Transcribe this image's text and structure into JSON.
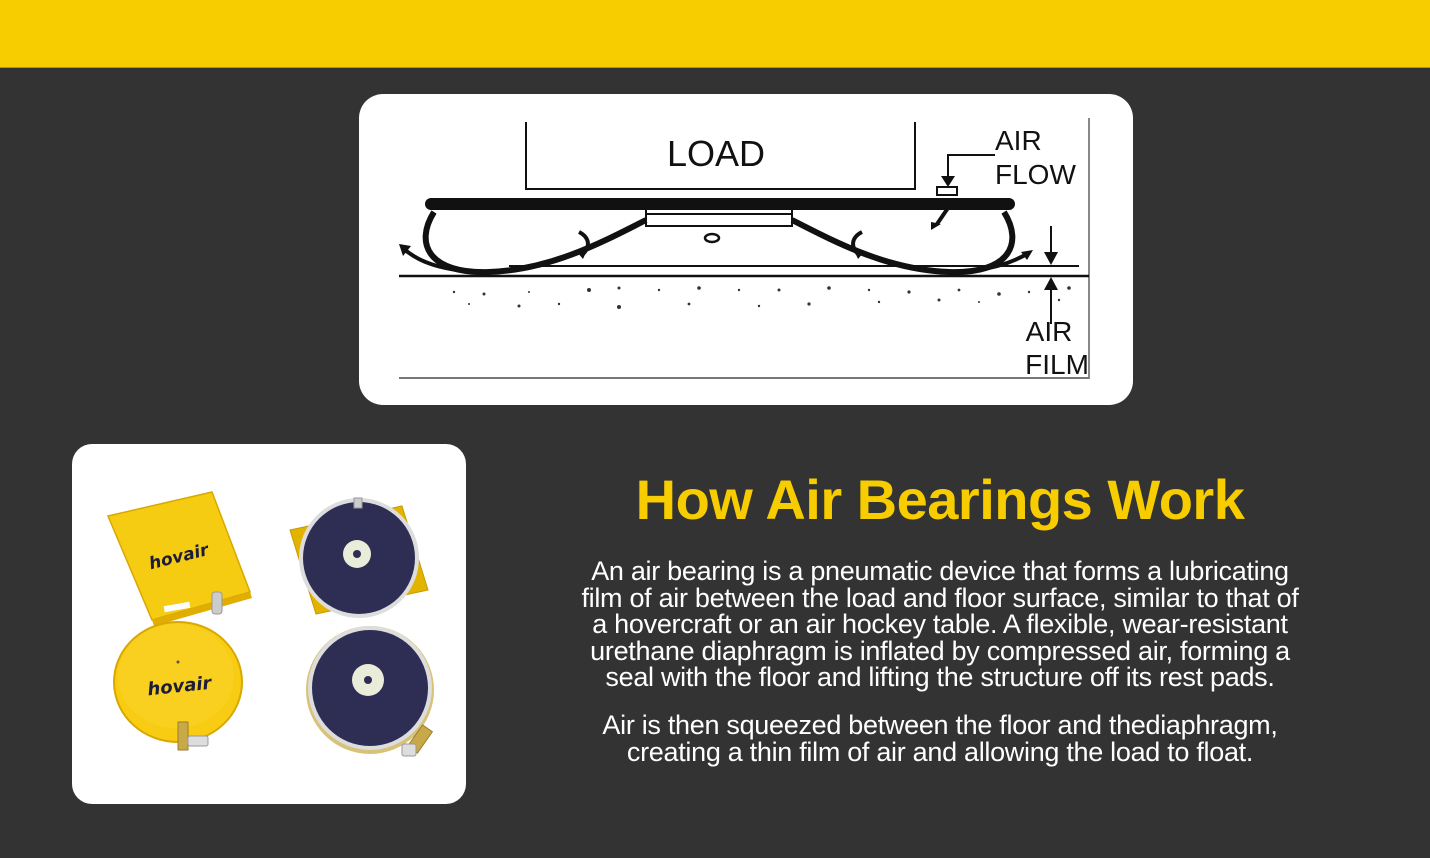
{
  "colors": {
    "accent_yellow": "#f7cd00",
    "background": "#333333",
    "card": "#ffffff",
    "text": "#ffffff"
  },
  "diagram": {
    "labels": {
      "load": "LOAD",
      "air_flow_line1": "AIR",
      "air_flow_line2": "FLOW",
      "air_film_line1": "AIR",
      "air_film_line2": "FILM"
    }
  },
  "product_photo": {
    "brand_marks": [
      "hovair",
      "hovair"
    ]
  },
  "heading": {
    "title": "How Air Bearings Work"
  },
  "paragraphs": [
    {
      "lines": [
        "An air bearing is a pneumatic device that forms a lubricating",
        "film of air between the load and floor surface, similar to that of",
        "a hovercraft or an air hockey table. A flexible, wear-resistant",
        "urethane diaphragm is inflated by compressed air, forming a",
        "seal with the floor and lifting the structure off its rest pads."
      ]
    },
    {
      "lines": [
        "Air is then squeezed between the floor and thediaphragm,",
        "creating a thin film of air and allowing the load to float."
      ]
    }
  ]
}
